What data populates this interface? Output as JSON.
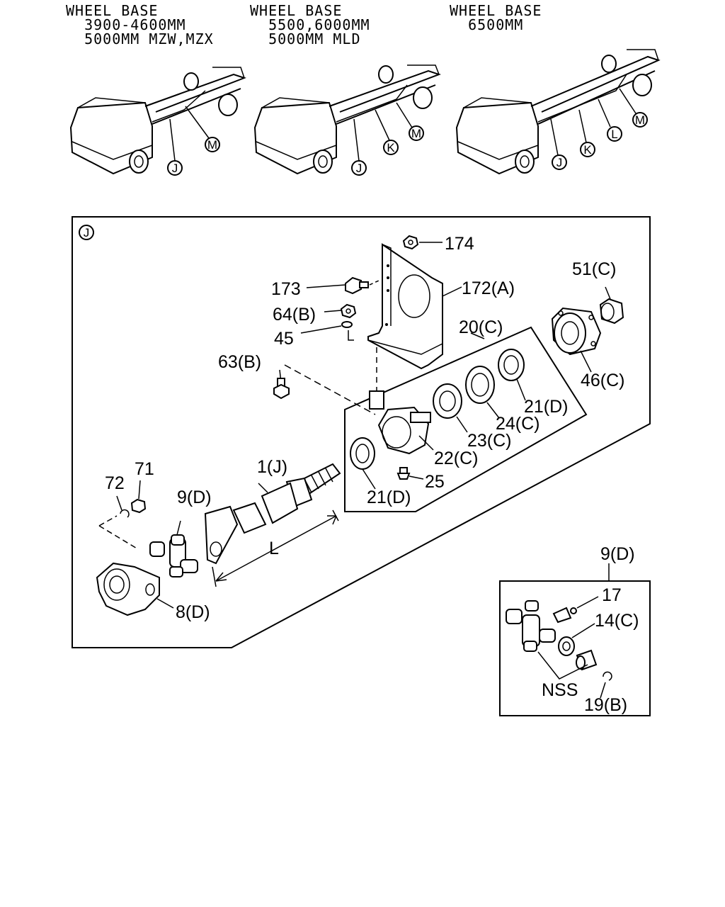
{
  "headers": [
    {
      "lines": [
        "WHEEL BASE",
        "  3900-4600MM",
        "  5000MM MZW,MZX"
      ]
    },
    {
      "lines": [
        "WHEEL BASE",
        "  5500,6000MM",
        "  5000MM MLD"
      ]
    },
    {
      "lines": [
        "WHEEL BASE",
        "  6500MM"
      ]
    }
  ],
  "truck_callouts": {
    "truck1": [
      "J",
      "M"
    ],
    "truck2": [
      "J",
      "K",
      "M"
    ],
    "truck3": [
      "J",
      "K",
      "L",
      "M"
    ]
  },
  "main_view": {
    "view_letter": "J",
    "labels": {
      "p174": "174",
      "p172": "172(A)",
      "p173": "173",
      "p64": "64(B)",
      "p45": "45",
      "p51": "51(C)",
      "p20": "20(C)",
      "p63": "63(B)",
      "p46": "46(C)",
      "p21a": "21(D)",
      "p24": "24(C)",
      "p23": "23(C)",
      "p22": "22(C)",
      "p25": "25",
      "p21b": "21(D)",
      "p1": "1(J)",
      "p71": "71",
      "p72": "72",
      "p9": "9(D)",
      "pL": "L",
      "p8": "8(D)"
    }
  },
  "inset": {
    "labels": {
      "p9": "9(D)",
      "p17": "17",
      "p14": "14(C)",
      "nss": "NSS",
      "p19": "19(B)"
    }
  }
}
